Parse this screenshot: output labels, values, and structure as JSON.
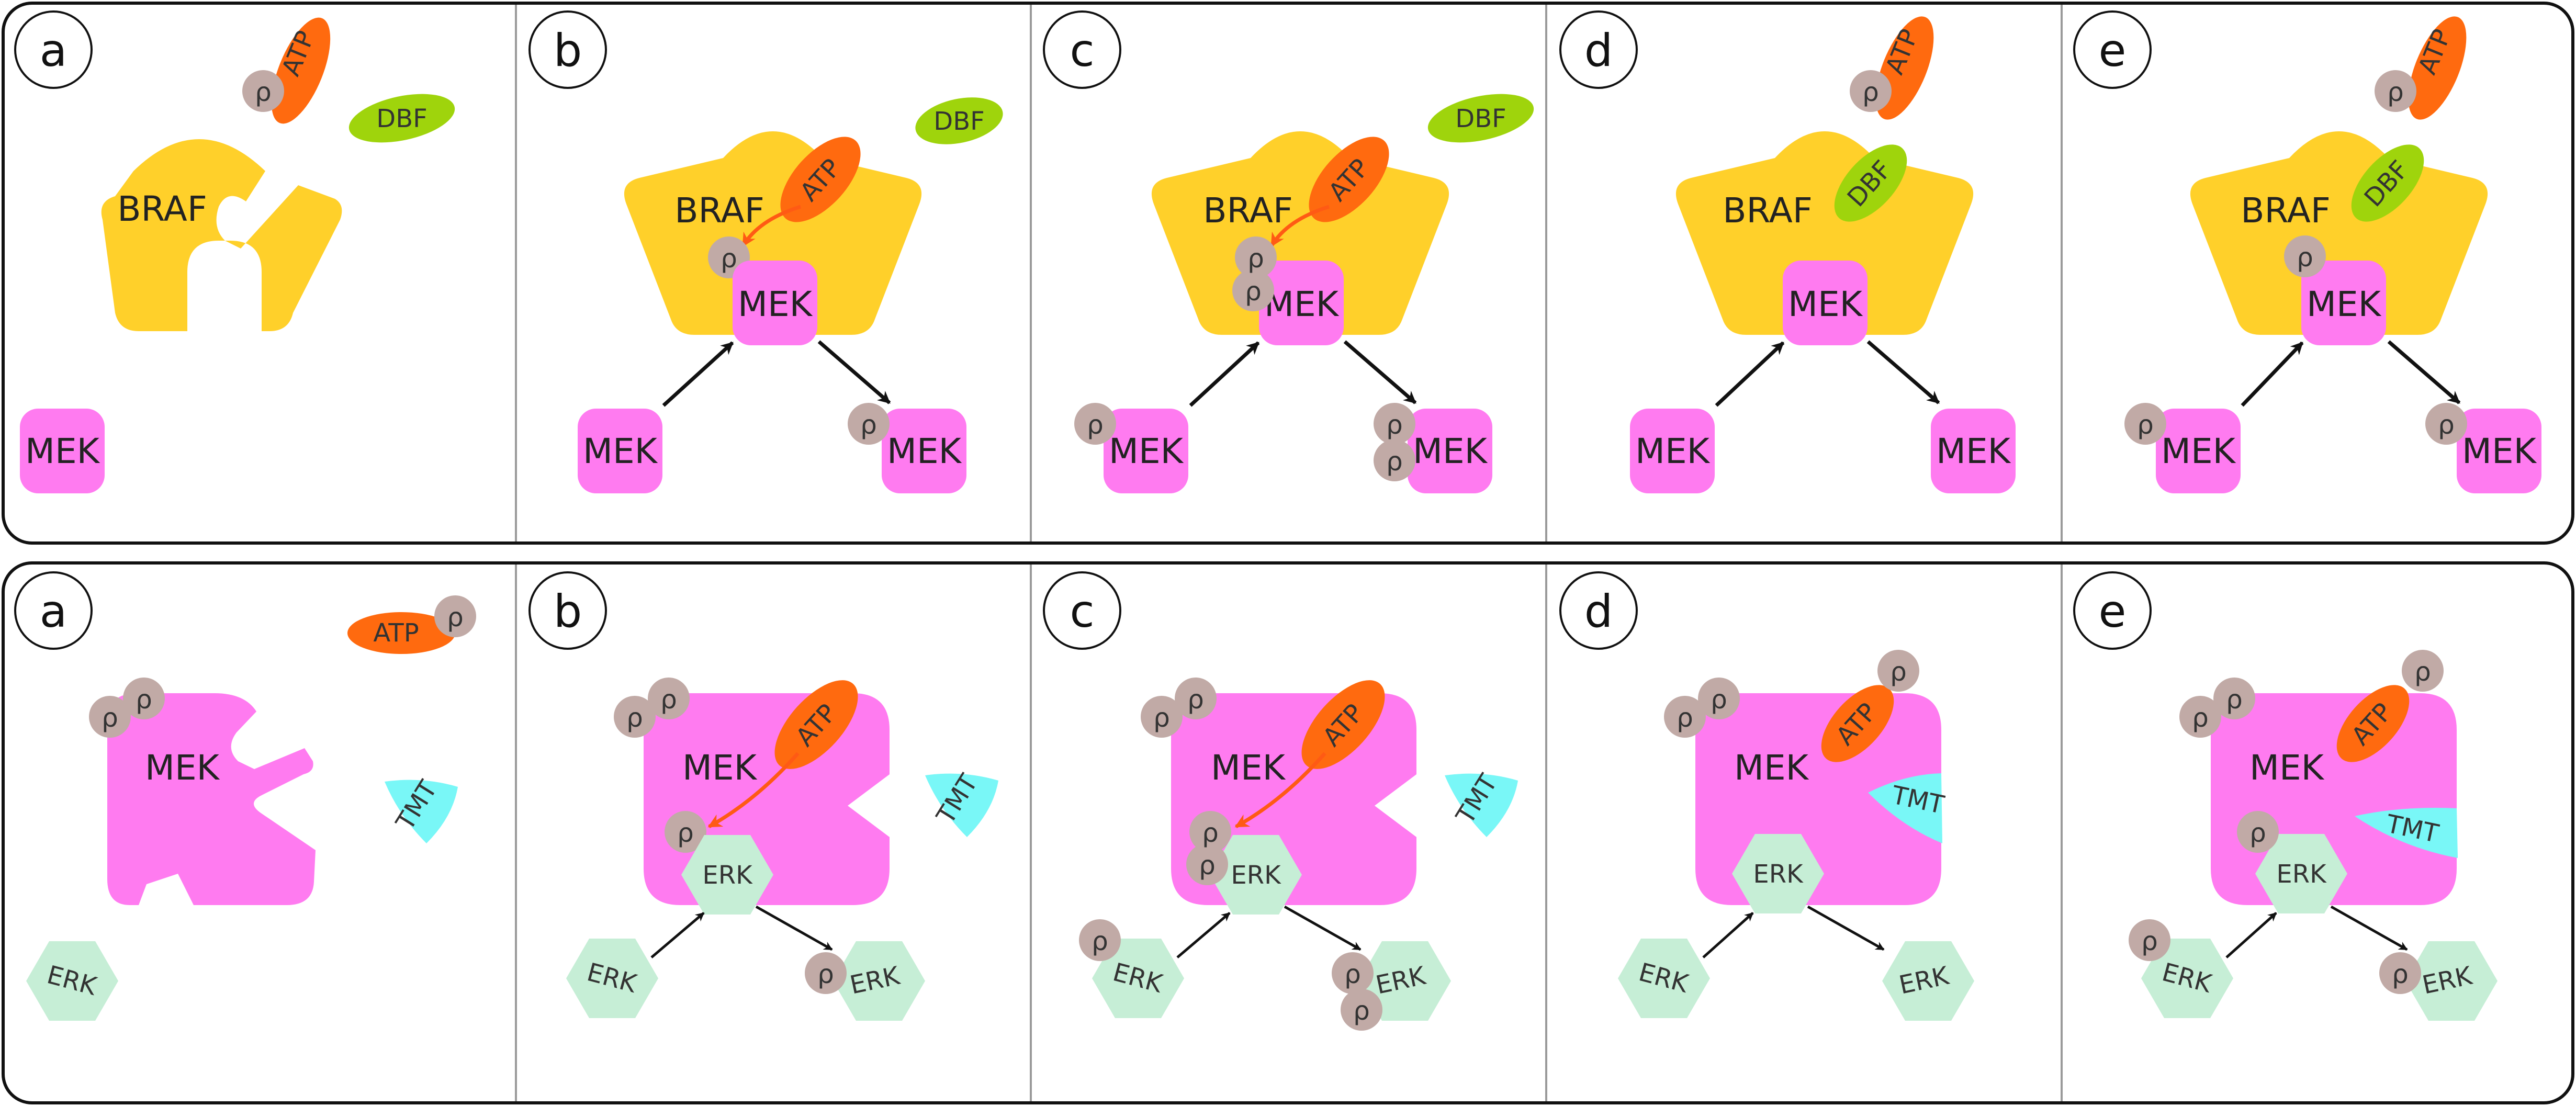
{
  "panel_letters": [
    "a",
    "b",
    "c",
    "d",
    "e"
  ],
  "labels": {
    "braf": "BRAF",
    "mek": "MEK",
    "erk": "ERK",
    "atp": "ATP",
    "dbf": "DBF",
    "tmt": "TMT",
    "phosphate": "ρ"
  },
  "colors": {
    "braf": "#FFD02A",
    "mek": "#FF7BF0",
    "erk": "#C6EED6",
    "atp": "#FF6A0F",
    "dbf": "#9FD40C",
    "tmt": "#79F7F7",
    "phosphate": "#C1AAA6",
    "transfer_arrow": "#FF5A14",
    "reaction_arrow": "#111111",
    "frame": "#111111",
    "divider": "#9A9A9A"
  }
}
